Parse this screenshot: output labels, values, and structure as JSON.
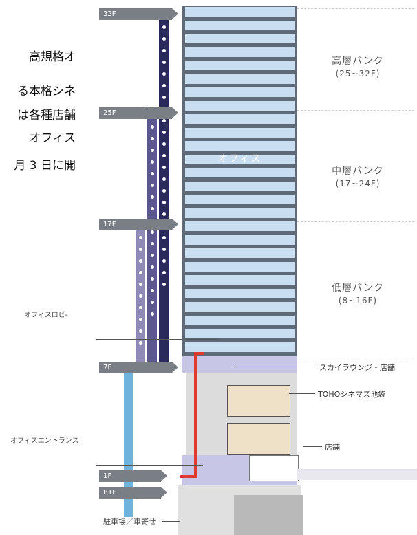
{
  "cut_text": [
    "高規格オ",
    "る本格シネ",
    "は各種店舗",
    "オフィス",
    "月 3 日に開"
  ],
  "floors": {
    "f32": "32F",
    "f25": "25F",
    "f17": "17F",
    "f7": "7F",
    "f1": "1F",
    "fb1": "B1F"
  },
  "banks": {
    "high": {
      "title": "高層バンク",
      "range": "(25~32F)"
    },
    "mid": {
      "title": "中層バンク",
      "range": "(17~24F)"
    },
    "low": {
      "title": "低層バンク",
      "range": "(8~16F)"
    }
  },
  "office_label": "オフィス",
  "left_labels": {
    "lobby": "オフィスロビ-",
    "entrance": "オフィスエントランス",
    "parking": "駐車場／車寄せ"
  },
  "right_labels": {
    "lounge": "スカイラウンジ・店舗",
    "cinema": "TOHOシネマズ池袋",
    "shops": "店舗"
  },
  "colors": {
    "shaft_high": "#2b2a5c",
    "shaft_mid": "#5d5790",
    "shaft_low": "#8f8ab8",
    "shaft_entrance": "#6fb2dc",
    "window": "#c9def1",
    "route": "#e03a2e"
  }
}
